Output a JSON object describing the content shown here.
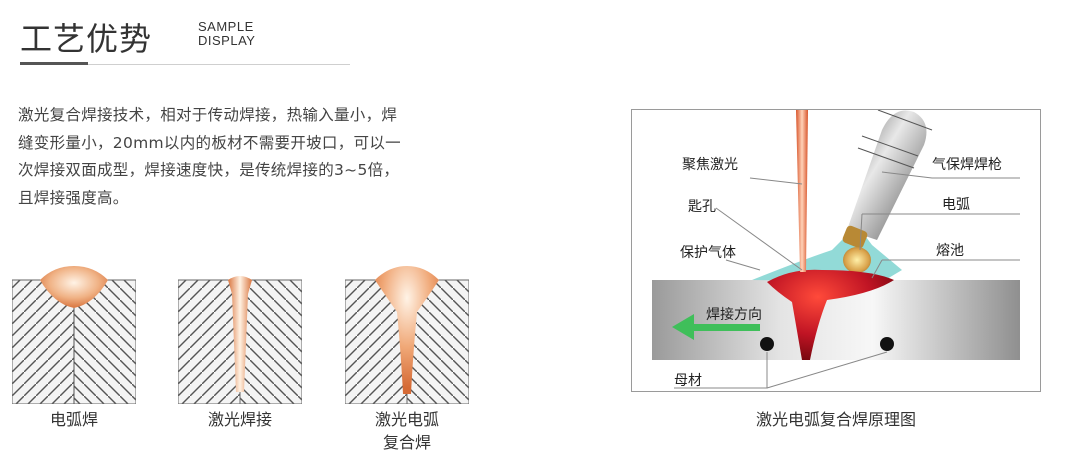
{
  "header": {
    "title": "工艺优势",
    "sample_line1": "SAMPLE",
    "sample_line2": "DISPLAY"
  },
  "description": "激光复合焊接技术，相对于传动焊接，热输入量小，焊缝变形量小，20mm以内的板材不需要开坡口，可以一次焊接双面成型，焊接速度快，是传统焊接的3~5倍，且焊接强度高。",
  "weld_types": [
    {
      "label": "电弧焊"
    },
    {
      "label": "激光焊接"
    },
    {
      "label_line1": "激光电弧",
      "label_line2": "复合焊"
    }
  ],
  "diagram": {
    "labels": {
      "focused_laser": "聚焦激光",
      "gas_torch": "气保焊焊枪",
      "keyhole": "匙孔",
      "arc": "电弧",
      "shield_gas": "保护气体",
      "weld_pool": "熔池",
      "weld_direction": "焊接方向",
      "base_metal": "母材"
    },
    "caption": "激光电弧复合焊原理图"
  },
  "colors": {
    "laser": "#e8643c",
    "melt_pool": "#b01020",
    "shield_gas": "#7fd3d0",
    "direction_arrow": "#3fbf5a",
    "weld_glow": "#e99a6a"
  }
}
